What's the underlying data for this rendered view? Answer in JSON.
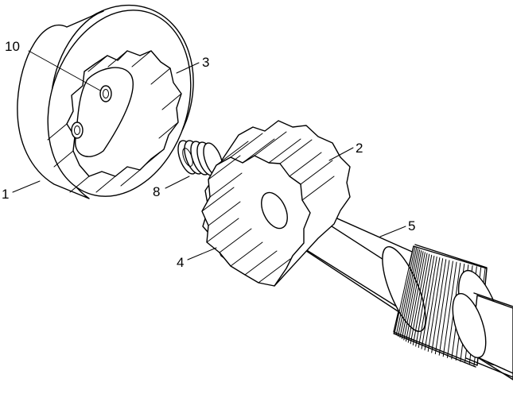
{
  "colors": {
    "line": "#000000",
    "background": "#ffffff"
  },
  "labels": [
    {
      "id": "part-1",
      "text": "1"
    },
    {
      "id": "part-2",
      "text": "2"
    },
    {
      "id": "part-3",
      "text": "3"
    },
    {
      "id": "part-4",
      "text": "4"
    },
    {
      "id": "part-5",
      "text": "5"
    },
    {
      "id": "part-8",
      "text": "8"
    },
    {
      "id": "part-10",
      "text": "10"
    }
  ]
}
